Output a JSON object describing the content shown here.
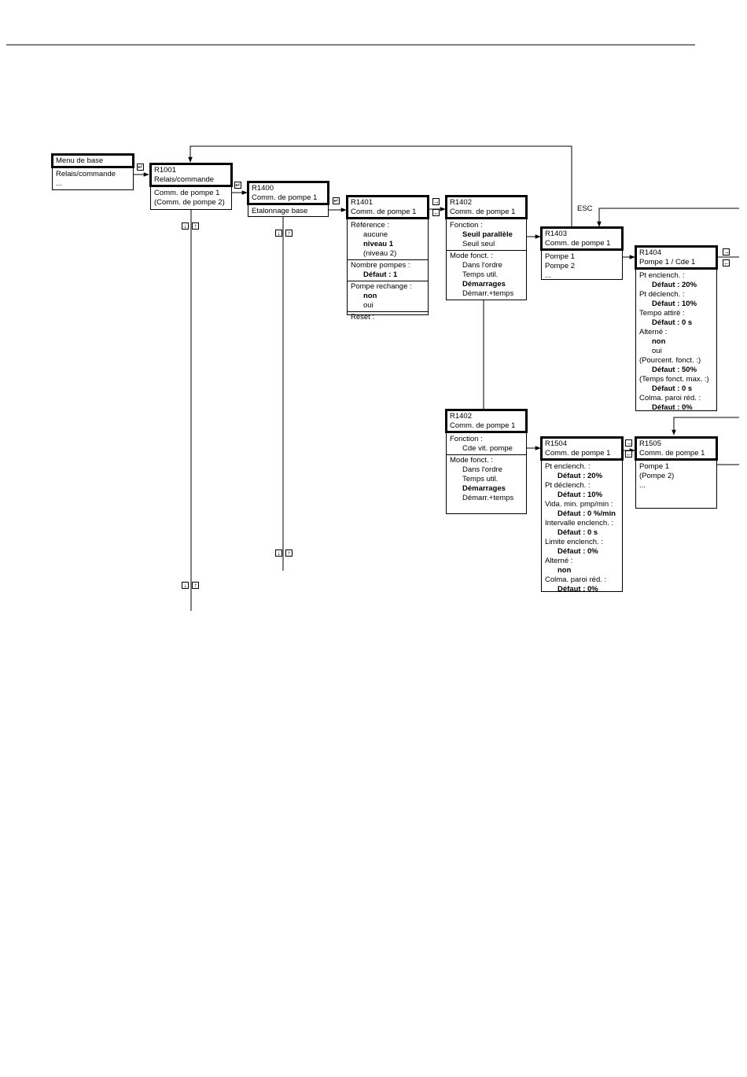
{
  "boxes": {
    "menu": {
      "header": [
        "Menu de base"
      ],
      "sections": [
        [
          "Relais/commande",
          "..."
        ]
      ]
    },
    "r1001": {
      "header": [
        "R1001",
        "Relais/commande"
      ],
      "sections": [
        [
          "Comm. de pompe 1",
          "(Comm. de pompe 2)"
        ]
      ]
    },
    "r1400": {
      "header": [
        "R1400",
        "Comm. de pompe 1"
      ],
      "sections": [
        [
          "Etalonnage base"
        ]
      ]
    },
    "r1401": {
      "header": [
        "R1401",
        "Comm. de pompe 1"
      ],
      "sections": [
        [
          "Référence :",
          "aucune",
          "niveau 1",
          "(niveau 2)"
        ],
        [
          "Nombre pompes :",
          "Défaut : 1"
        ],
        [
          "Pompe rechange :",
          "non",
          "oui"
        ],
        [
          "Reset :"
        ]
      ]
    },
    "r1402a": {
      "header": [
        "R1402",
        "Comm. de pompe 1"
      ],
      "sections": [
        [
          "Fonction :",
          "Seuil parallèle",
          "Seuil seul"
        ],
        [
          "Mode fonct. :",
          "Dans l'ordre",
          "Temps util.",
          "Démarrages",
          "Démarr.+temps"
        ]
      ]
    },
    "r1403": {
      "header": [
        "R1403",
        "Comm. de pompe 1"
      ],
      "sections": [
        [
          "Pompe 1",
          "Pompe 2",
          "..."
        ]
      ]
    },
    "r1404": {
      "header": [
        "R1404",
        "Pompe 1 / Cde 1"
      ],
      "sections": [
        [
          "Pt enclench. :",
          "Défaut : 20%",
          "Pt déclench. :",
          "Défaut : 10%",
          "Tempo attiré :",
          "Défaut : 0 s",
          "Alterné :",
          "non",
          "oui",
          "(Pourcent. fonct. :)",
          "Défaut : 50%",
          "(Temps fonct. max. :)",
          "Défaut : 0 s",
          "Colma. paroi réd. :",
          "Défaut : 0%"
        ]
      ]
    },
    "r1402b": {
      "header": [
        "R1402",
        "Comm. de pompe 1"
      ],
      "sections": [
        [
          "Fonction :",
          "Cde vit. pompe"
        ],
        [
          "Mode fonct. :",
          "Dans l'ordre",
          "Temps util.",
          "Démarrages",
          "Démarr.+temps"
        ]
      ]
    },
    "r1504": {
      "header": [
        "R1504",
        "Comm. de pompe 1"
      ],
      "sections": [
        [
          "Pt enclench. :",
          "Défaut : 20%",
          "Pt déclench. :",
          "Défaut : 10%",
          "Vida. min. pmp/min :",
          "Défaut : 0 %/min",
          "Intervalle enclench. :",
          "Défaut : 0 s",
          "Limite enclench. :",
          "Défaut : 0%",
          "Alterné :",
          "non",
          "Colma. paroi réd. :",
          "Défaut : 0%"
        ]
      ]
    },
    "r1505": {
      "header": [
        "R1505",
        "Comm. de pompe 1"
      ],
      "sections": [
        [
          "Pompe 1",
          "(Pompe 2)",
          "..."
        ]
      ]
    }
  },
  "labels": {
    "esc": "ESC"
  },
  "keys": {
    "enter": "↵",
    "right": "→",
    "left": "←",
    "down": "↓",
    "up": "↑"
  }
}
